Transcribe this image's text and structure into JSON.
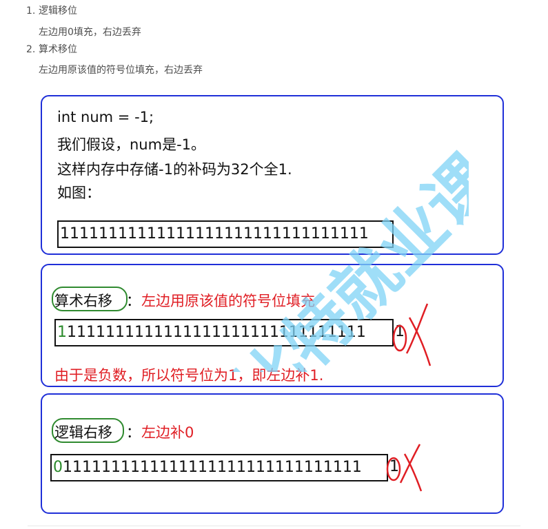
{
  "list": [
    {
      "num": "1.",
      "title": "逻辑移位",
      "desc": "左边用0填充，右边丢弃"
    },
    {
      "num": "2.",
      "title": "算术移位",
      "desc": "左边用原该值的符号位填充，右边丢弃"
    }
  ],
  "box1": {
    "lines": [
      "int num = -1;",
      "我们假设，num是-1。",
      "这样内存中存储-1的补码为32个全1.",
      "如图："
    ],
    "bits": "11111111111111111111111111111111"
  },
  "box2": {
    "label": "算术右移",
    "colon": "：",
    "desc": "左边用原该值的符号位填充",
    "first_bit": "1",
    "rest_bits": "1111111111111111111111111111111",
    "dropped_bit": "1",
    "note": "由于是负数，所以符号位为1，即左边补1."
  },
  "box3": {
    "label": "逻辑右移",
    "colon": "：",
    "desc": "左边补0",
    "first_bit": "0",
    "rest_bits": "1111111111111111111111111111111",
    "dropped_bit": "1"
  },
  "watermark": "比特就业课",
  "colors": {
    "border": "#1f2fd8",
    "red": "#e01e24",
    "green": "#2a8a2a",
    "watermark": "#7fd3f5"
  }
}
